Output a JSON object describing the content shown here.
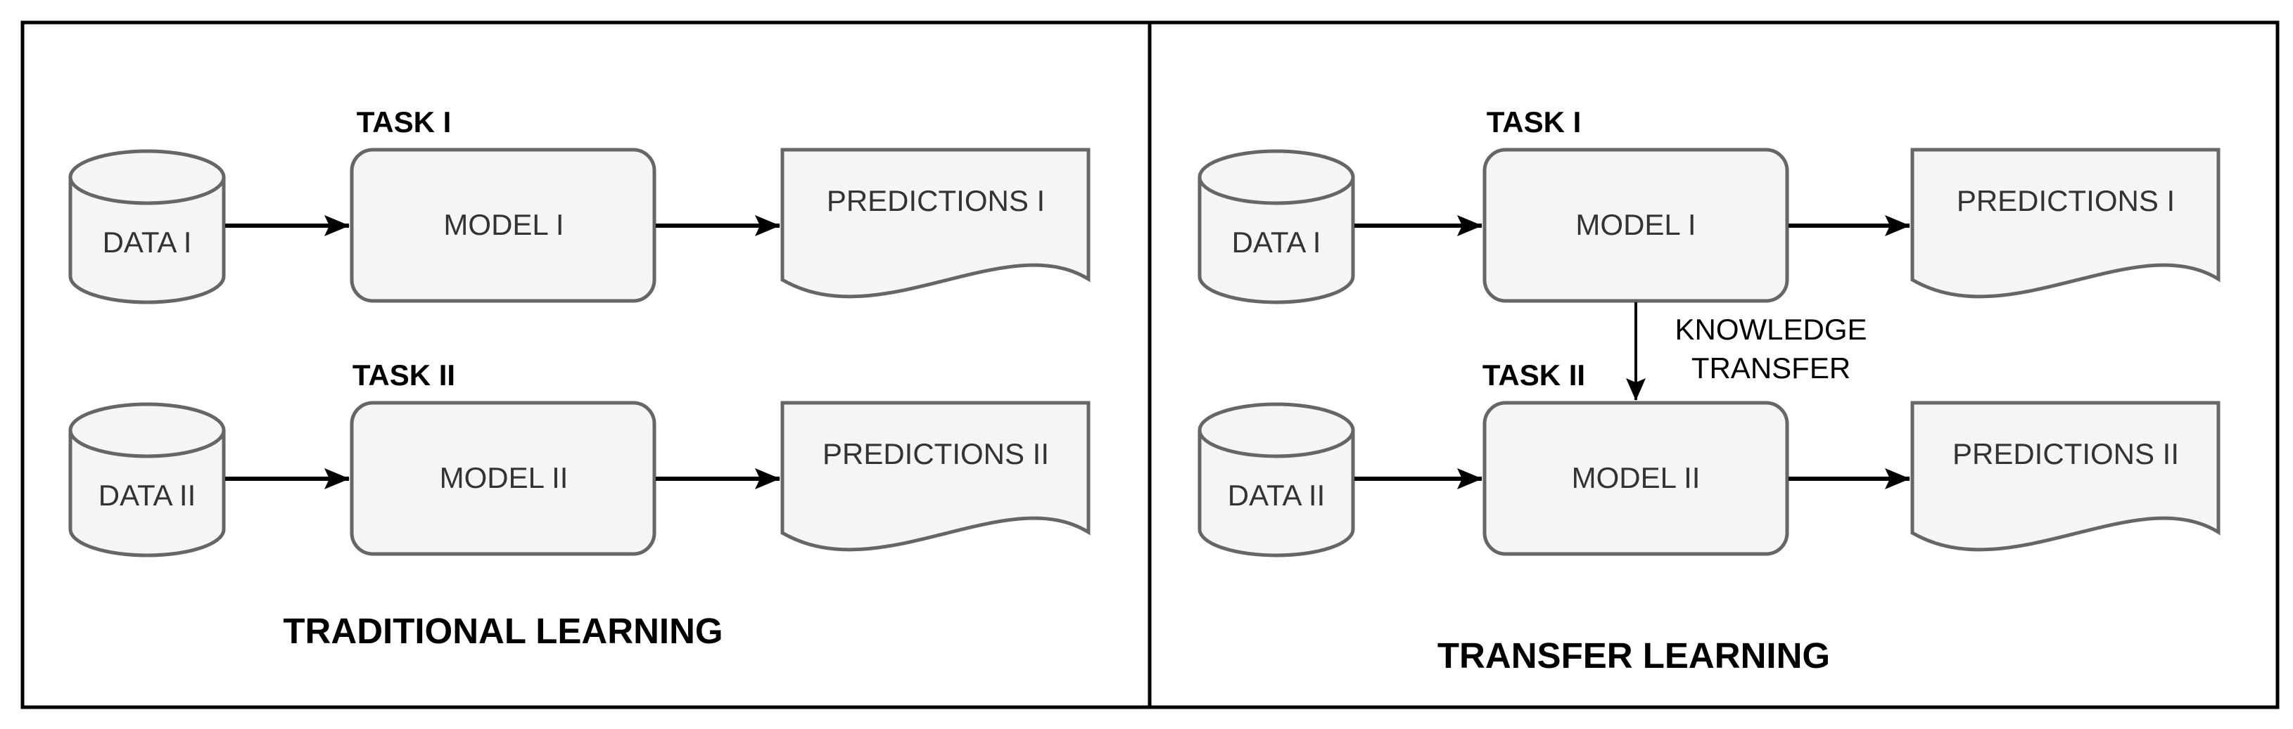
{
  "diagram": {
    "colors": {
      "shape_fill": "#f5f5f5",
      "shape_stroke": "#666666",
      "label_text": "#333333",
      "accent_text": "#000000",
      "border": "#000000"
    },
    "panels": [
      {
        "id": "traditional-learning",
        "title": "TRADITIONAL LEARNING",
        "rows": [
          {
            "task_label": "TASK I",
            "data_label": "DATA I",
            "model_label": "MODEL I",
            "predictions_label": "PREDICTIONS I"
          },
          {
            "task_label": "TASK II",
            "data_label": "DATA II",
            "model_label": "MODEL II",
            "predictions_label": "PREDICTIONS II"
          }
        ]
      },
      {
        "id": "transfer-learning",
        "title": "TRANSFER LEARNING",
        "knowledge_transfer_lines": [
          "KNOWLEDGE",
          "TRANSFER"
        ],
        "rows": [
          {
            "task_label": "TASK I",
            "data_label": "DATA I",
            "model_label": "MODEL I",
            "predictions_label": "PREDICTIONS I"
          },
          {
            "task_label": "TASK II",
            "data_label": "DATA II",
            "model_label": "MODEL II",
            "predictions_label": "PREDICTIONS II"
          }
        ]
      }
    ]
  }
}
